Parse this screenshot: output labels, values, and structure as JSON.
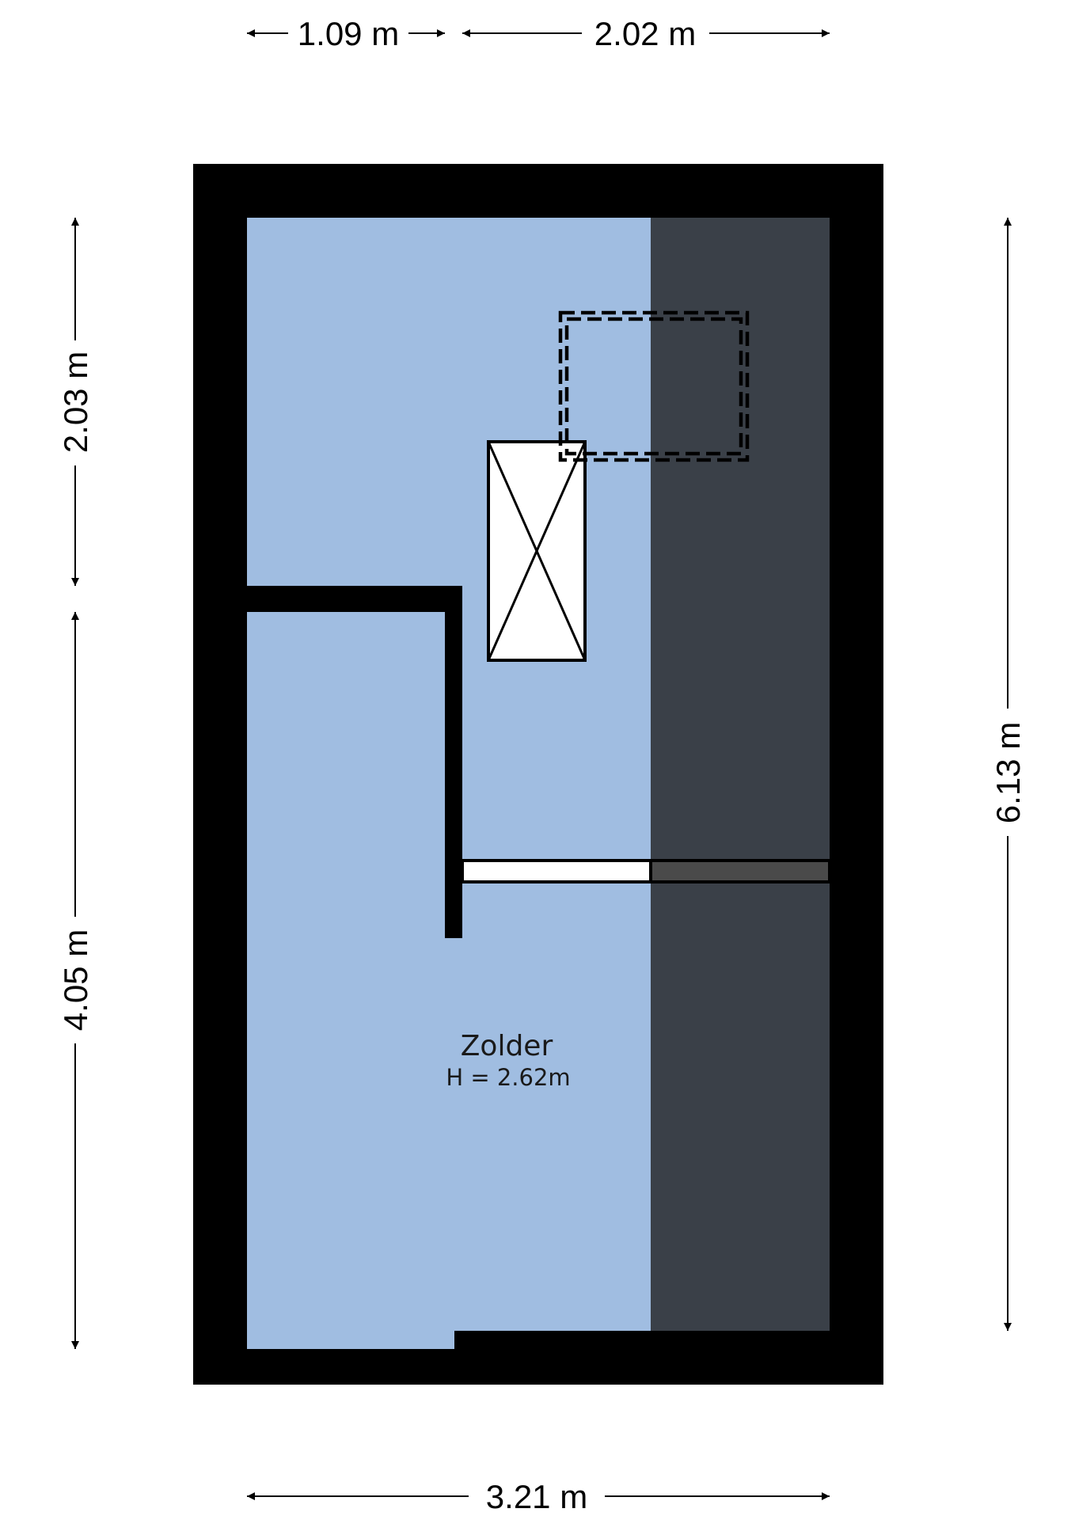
{
  "colors": {
    "wall": "#000000",
    "floor": "#a0bde1",
    "low_ceiling_zone": "#3a4048",
    "hatch_fill": "#ffffff",
    "background": "#ffffff"
  },
  "dimensions": {
    "top_left": "1.09 m",
    "top_right": "2.02 m",
    "bottom": "3.21 m",
    "left_top": "2.03 m",
    "left_bottom": "4.05 m",
    "right": "6.13 m"
  },
  "room": {
    "name": "Zolder",
    "height": "H = 2.62m"
  }
}
